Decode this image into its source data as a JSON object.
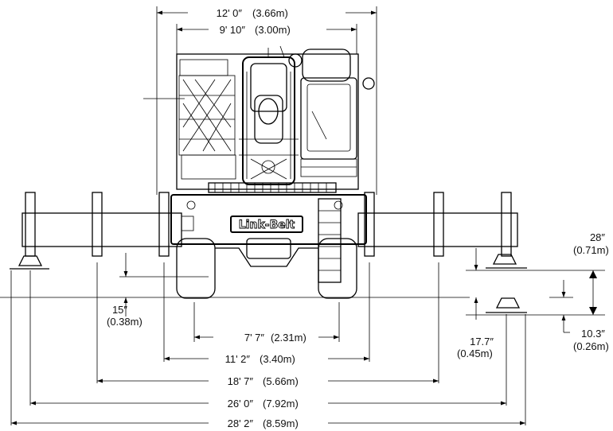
{
  "dimensions": {
    "overall_width_12ft": {
      "ft": "12' 0″",
      "metric": "(3.66m)"
    },
    "width_9ft10": {
      "ft": "9' 10″",
      "metric": "(3.00m)"
    },
    "track_7ft7": {
      "ft": "7' 7″",
      "metric": "(2.31m)"
    },
    "tire_11ft2": {
      "ft": "11' 2″",
      "metric": "(3.40m)"
    },
    "outrigger_18ft7": {
      "ft": "18' 7″",
      "metric": "(5.66m)"
    },
    "outrigger_26ft0": {
      "ft": "26' 0″",
      "metric": "(7.92m)"
    },
    "outrigger_28ft2": {
      "ft": "28' 2″",
      "metric": "(8.59m)"
    },
    "clearance_15": {
      "in": "15″",
      "metric": "(0.38m)"
    },
    "float_28": {
      "in": "28″",
      "metric": "(0.71m)"
    },
    "float_17_7": {
      "in": "17.7″",
      "metric": "(0.45m)"
    },
    "float_10_3": {
      "in": "10.3″",
      "metric": "(0.26m)"
    }
  },
  "brand_logo": "Link-Belt"
}
